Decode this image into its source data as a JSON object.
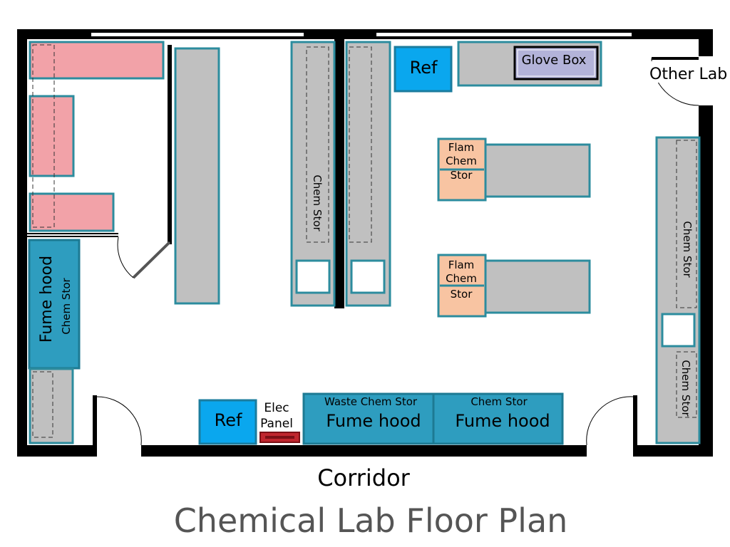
{
  "colors": {
    "wall": "#000000",
    "bench": "#c0c0c0",
    "bench_border": "#2c8c9e",
    "pink_bench": "#f2a2a8",
    "fume_hood": "#2e9dbf",
    "refrigerator": "#0aa7ee",
    "flam_storage": "#f8c4a2",
    "glove_box": "#b3b3d9",
    "elec_panel": "#c0262e",
    "title": "#555555"
  },
  "labels": {
    "fume_hood_left": "Fume hood",
    "chem_stor_left": "Chem  Stor",
    "chem_stor_center": "Chem  Stor",
    "ref_top": "Ref",
    "glove_box": "Glove Box",
    "other_lab": "Other Lab",
    "flam_1": "Flam",
    "chem_1": "Chem",
    "stor_1": "Stor",
    "flam_2": "Flam",
    "chem_2": "Chem",
    "stor_2": "Stor",
    "chem_stor_right_top": "Chem  Stor",
    "chem_stor_right_bottom": "Chem  Stor",
    "ref_bottom": "Ref",
    "elec_1": "Elec",
    "elec_2": "Panel",
    "waste_chem_stor": "Waste Chem  Stor",
    "fume_hood_bottom_1": "Fume hood",
    "chem_stor_bottom": "Chem  Stor",
    "fume_hood_bottom_2": "Fume hood",
    "corridor": "Corridor",
    "title": "Chemical Lab Floor Plan"
  }
}
